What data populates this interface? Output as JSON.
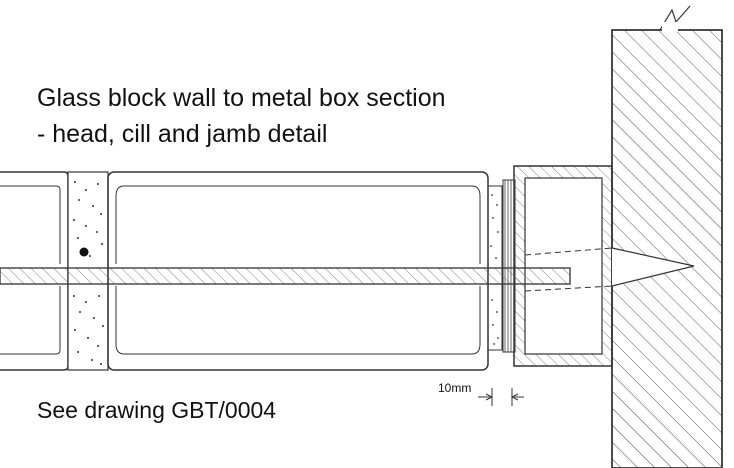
{
  "title_line1": "Glass block wall to metal box section",
  "title_line2": "- head, cill and jamb detail",
  "reference": "See drawing GBT/0004",
  "dimension_label": "10mm",
  "colors": {
    "line": "#333333",
    "text": "#111111",
    "background": "#ffffff"
  }
}
